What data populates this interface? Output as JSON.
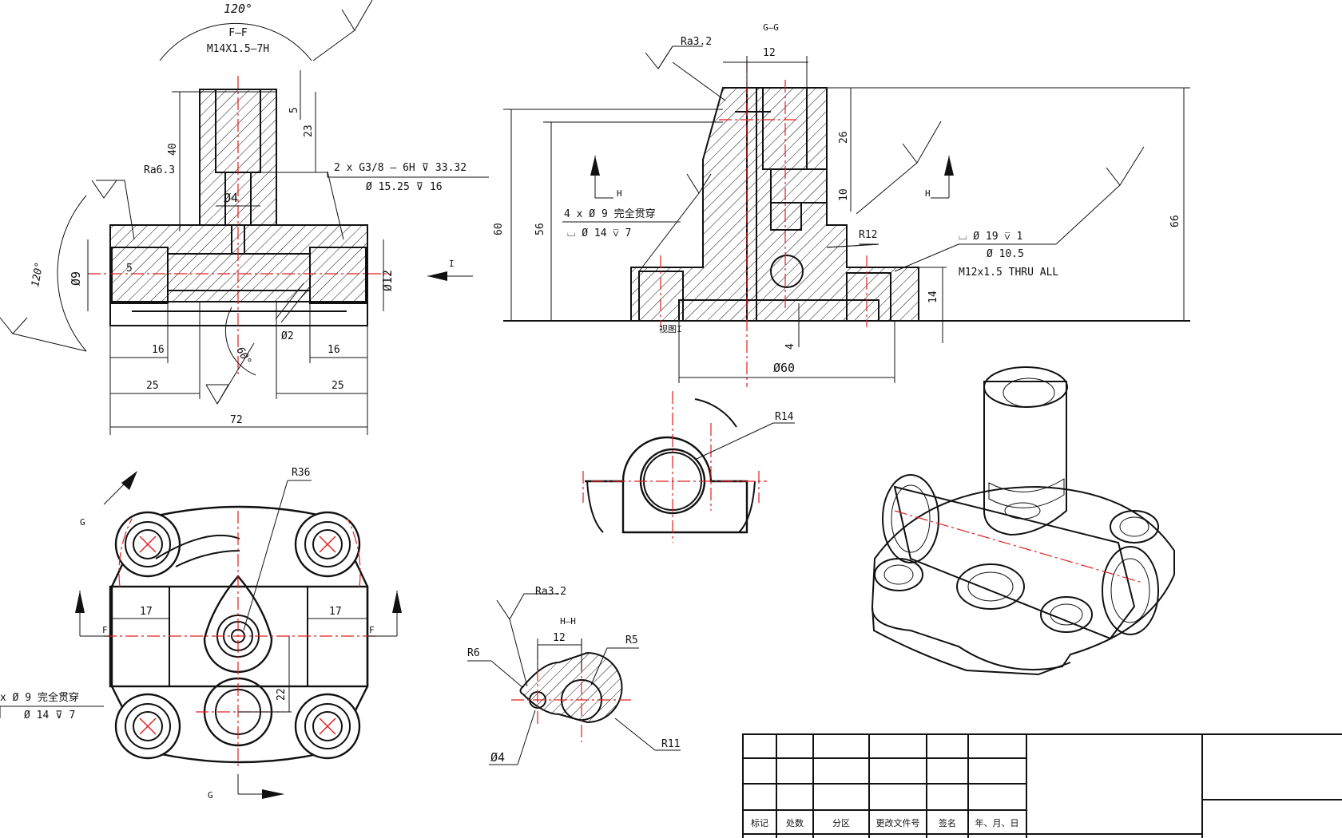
{
  "views": {
    "ff": {
      "title": "F—F",
      "thread": "M14X1.5—7H",
      "angle_top": "120°",
      "angle_left": "120°",
      "angle_bottom": "60°",
      "roughness": "Ra6.3",
      "dims": {
        "d40": "40",
        "d5": "5",
        "d23": "23",
        "dia4": "Ø4",
        "dia9": "Ø9",
        "d5b": "5",
        "dia12": "Ø12",
        "dia2": "Ø2",
        "d16a": "16",
        "d16b": "16",
        "d25a": "25",
        "d25b": "25",
        "d72": "72"
      },
      "callout1": "2 x  G3/8 — 6H  ⊽  33.32",
      "callout2": "Ø  15.25  ⊽  16",
      "arrow_i": "I"
    },
    "gg": {
      "title": "G—G",
      "roughness": "Ra3.2",
      "d12": "12",
      "d60": "60",
      "d56": "56",
      "d26": "26",
      "d10": "10",
      "d66": "66",
      "d14": "14",
      "d4": "4",
      "dia60": "Ø60",
      "r12": "R12",
      "h_left": "H",
      "h_right": "H",
      "view_label": "视图I",
      "holes1": "4 x  Ø  9  完全贯穿",
      "holes2": "⌴  Ø  14  ⊽  7",
      "cb1": "⌴  Ø  19  ⊽  1",
      "cb2": "Ø  10.5",
      "cb3": "M12x1.5 THRU ALL"
    },
    "detail": {
      "r14": "R14"
    },
    "top": {
      "g_top": "G",
      "g_bottom": "G",
      "f_left": "F",
      "f_right": "F",
      "r36": "R36",
      "d17a": "17",
      "d17b": "17",
      "d22": "22",
      "holes1": "x  Ø  9  完全贯穿",
      "holes2": "Ø  14  ⊽  7"
    },
    "hh": {
      "title": "H—H",
      "roughness": "Ra3.2",
      "d12": "12",
      "r6": "R6",
      "r5": "R5",
      "r11": "R11",
      "dia4": "Ø4"
    }
  },
  "title_block": {
    "headers": [
      "标记",
      "处数",
      "分区",
      "更改文件号",
      "签名",
      "年、月、日"
    ]
  },
  "colors": {
    "line": "#111111",
    "center": "#e02020",
    "render_tint": "#d8c8e8"
  }
}
